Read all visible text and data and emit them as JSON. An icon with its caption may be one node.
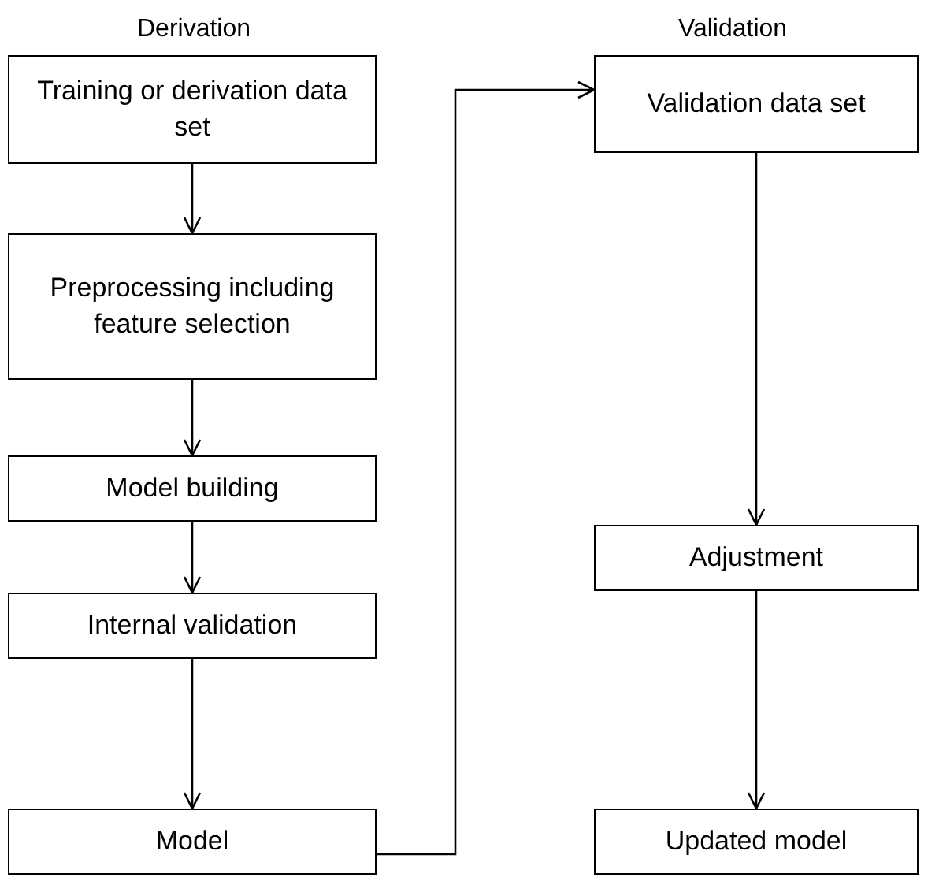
{
  "diagram": {
    "nodes": [
      {
        "text": [
          "Training or derivation data set"
        ]
      },
      {
        "text": [
          "Preprocessing including feature selection"
        ]
      },
      {
        "text": [
          "Model building"
        ]
      },
      {
        "text": [
          "Internal validation"
        ]
      },
      {
        "text": [
          "Model"
        ]
      },
      {
        "text": [
          "Validation data set"
        ]
      },
      {
        "text": [
          "Adjustment"
        ]
      },
      {
        "text": [
          "Updated model"
        ]
      }
    ],
    "edges": [
      {
        "from": 0,
        "to": 1,
        "arrow": "to"
      },
      {
        "from": 1,
        "to": 2,
        "arrow": "to"
      },
      {
        "from": 2,
        "to": 3,
        "arrow": "to"
      },
      {
        "from": 3,
        "to": 4,
        "arrow": "to"
      },
      {
        "from": 4,
        "to": 5,
        "arrow": "to"
      },
      {
        "from": 5,
        "to": 6,
        "arrow": "to"
      },
      {
        "from": 6,
        "to": 7,
        "arrow": "to"
      }
    ],
    "labels": [
      "Derivation",
      "Validation"
    ]
  }
}
